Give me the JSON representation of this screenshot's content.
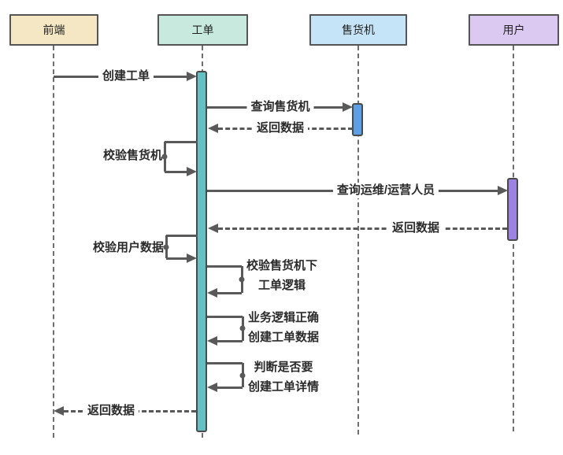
{
  "diagram_type": "sequence-diagram",
  "actors": [
    {
      "label": "前端",
      "fill": "#F5E7C3"
    },
    {
      "label": "工单",
      "fill": "#C8EADE"
    },
    {
      "label": "售货机",
      "fill": "#C6E4F7"
    },
    {
      "label": "用户",
      "fill": "#DCC9F2"
    }
  ],
  "activations": [
    {
      "actor": "工单",
      "fill": "#63C1C4"
    },
    {
      "actor": "售货机",
      "fill": "#5C9FE6"
    },
    {
      "actor": "用户",
      "fill": "#9C82E2"
    }
  ],
  "messages": [
    {
      "label": "创建工单",
      "from": "前端",
      "to": "工单",
      "style": "solid"
    },
    {
      "label": "查询售货机",
      "from": "工单",
      "to": "售货机",
      "style": "solid"
    },
    {
      "label": "返回数据",
      "from": "售货机",
      "to": "工单",
      "style": "dashed"
    },
    {
      "label": "校验售货机",
      "from": "工单",
      "to": "工单",
      "style": "self-loop-left"
    },
    {
      "label": "查询运维/运营人员",
      "from": "工单",
      "to": "用户",
      "style": "solid"
    },
    {
      "label": "返回数据",
      "from": "用户",
      "to": "工单",
      "style": "dashed"
    },
    {
      "label": "校验用户数据",
      "from": "工单",
      "to": "工单",
      "style": "self-loop-left"
    },
    {
      "label_line1": "校验售货机下",
      "label_line2": "工单逻辑",
      "from": "工单",
      "to": "工单",
      "style": "self-loop-right"
    },
    {
      "label_line1": "业务逻辑正确",
      "label_line2": "创建工单数据",
      "from": "工单",
      "to": "工单",
      "style": "self-loop-right"
    },
    {
      "label_line1": "判断是否要",
      "label_line2": "创建工单详情",
      "from": "工单",
      "to": "工单",
      "style": "self-loop-right"
    },
    {
      "label": "返回数据",
      "from": "工单",
      "to": "前端",
      "style": "dashed"
    }
  ],
  "colors": {
    "line": "#595959",
    "text": "#2b2b2b",
    "background": "#ffffff"
  }
}
